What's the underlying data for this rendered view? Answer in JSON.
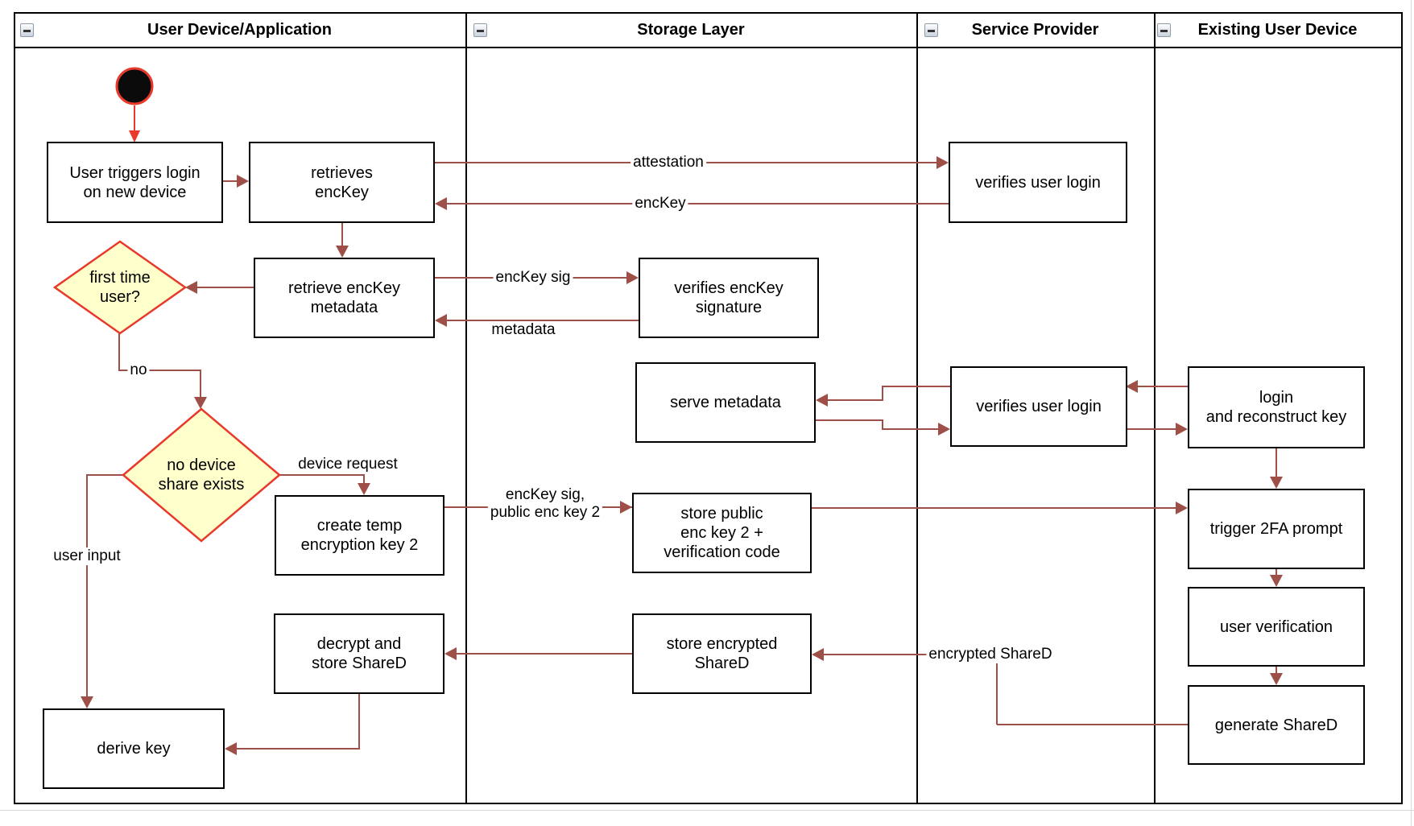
{
  "lanes": [
    {
      "title": "User Device/Application"
    },
    {
      "title": "Storage Layer"
    },
    {
      "title": "Service Provider"
    },
    {
      "title": "Existing User Device"
    }
  ],
  "nodes": {
    "user_triggers_login": "User triggers login\non new device",
    "retrieves_enckey": "retrieves\nencKey",
    "verifies_user_login_1": "verifies user login",
    "first_time_user": "first time\nuser?",
    "retrieve_enckey_metadata": "retrieve encKey\nmetadata",
    "verifies_enckey_signature": "verifies encKey\nsignature",
    "serve_metadata": "serve metadata",
    "verifies_user_login_2": "verifies user login",
    "login_and_reconstruct_key": "login\nand reconstruct key",
    "no_device_share_exists": "no device\nshare exists",
    "create_temp_encryption_key_2": "create temp\nencryption key 2",
    "store_public_enc_key_2": "store public\nenc key 2 +\nverification code",
    "trigger_2fa_prompt": "trigger 2FA prompt",
    "user_verification": "user verification",
    "generate_shared": "generate ShareD",
    "decrypt_and_store_shared": "decrypt and\nstore ShareD",
    "store_encrypted_shared": "store encrypted\nShareD",
    "derive_key": "derive key"
  },
  "edge_labels": {
    "attestation": "attestation",
    "enckey": "encKey",
    "enckey_sig": "encKey sig",
    "metadata": "metadata",
    "no": "no",
    "device_request": "device request",
    "enckey_sig_public_enc_key_2": "encKey sig,\npublic enc key 2",
    "user_input": "user input",
    "encrypted_shared": "encrypted ShareD"
  },
  "colors": {
    "flow_arrow": "#9e4f48",
    "start_arrow": "#e8392b",
    "decision_fill": "#ffffcc",
    "decision_border": "#e8392b",
    "node_border": "#000000",
    "lane_border": "#000000"
  }
}
